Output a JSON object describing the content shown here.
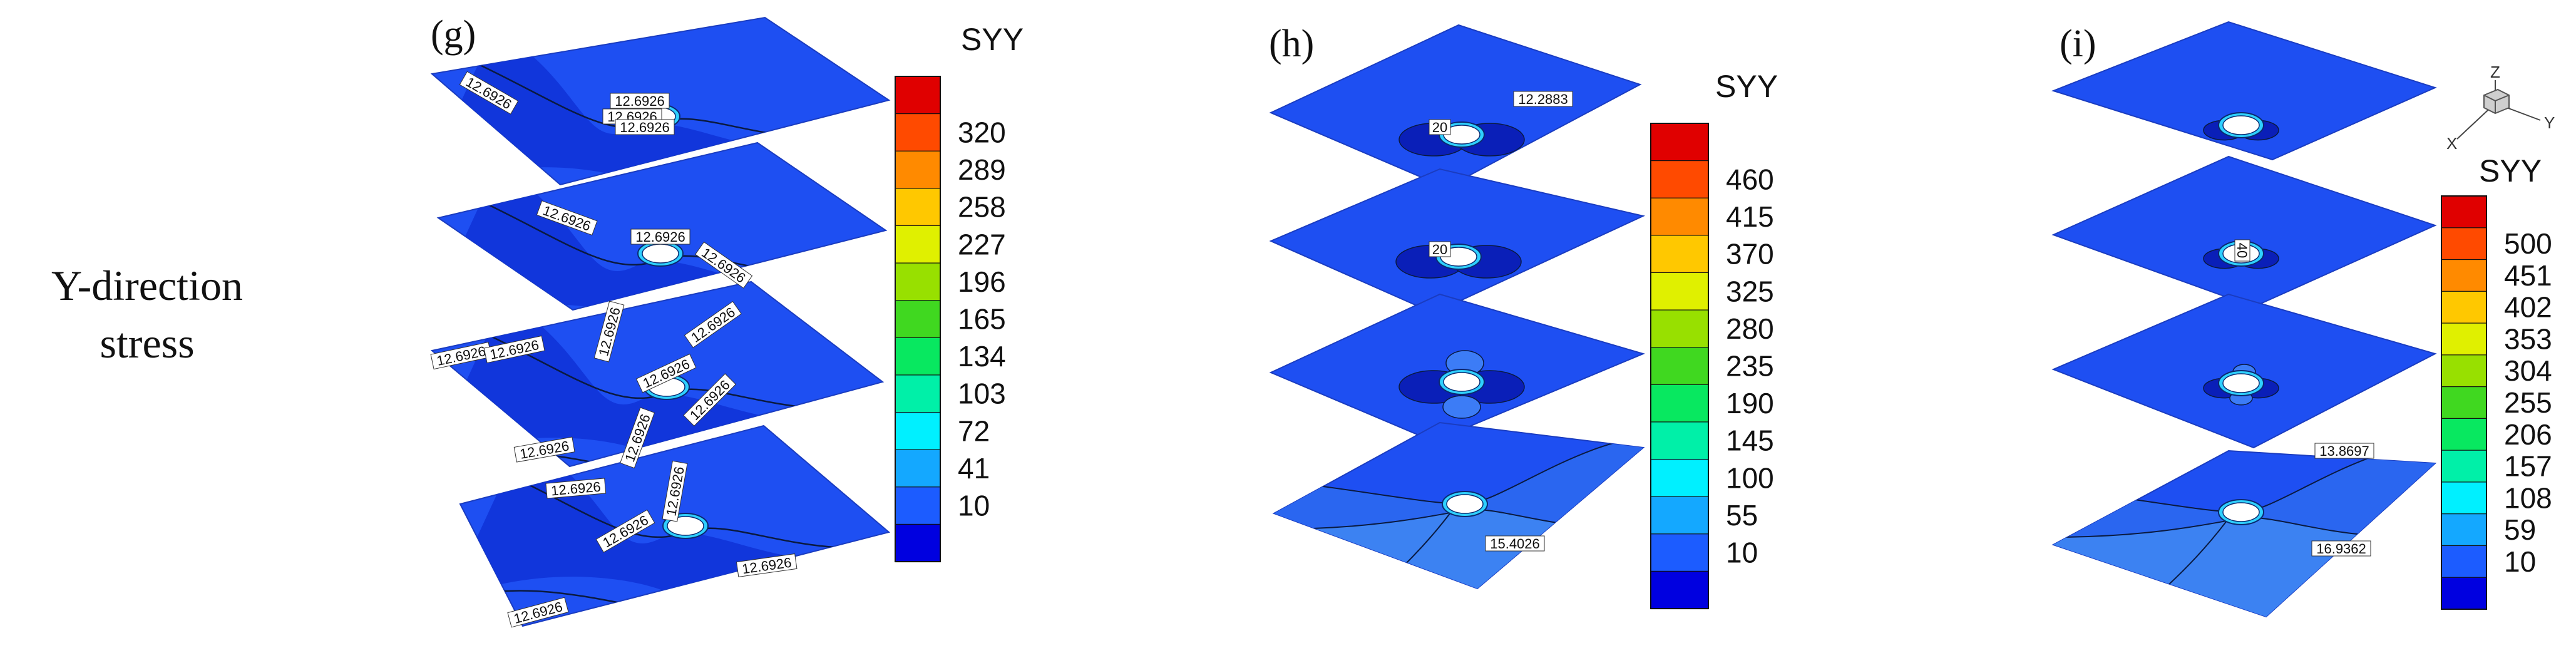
{
  "row_label": {
    "line1": "Y-direction",
    "line2": "stress"
  },
  "colormap": [
    "#0000e0",
    "#1c5cff",
    "#14a8ff",
    "#00f0ff",
    "#00f0a8",
    "#08e860",
    "#40d820",
    "#98e000",
    "#e0f000",
    "#ffc800",
    "#ff8a00",
    "#ff4a00",
    "#e00000"
  ],
  "plate_colors": {
    "base": "#1e4ff2",
    "dark_region": "#1033d8",
    "mid_region": "#2a66f0",
    "light_region": "#3c82f2",
    "contour_line": "#0a1a40"
  },
  "panels": [
    {
      "letter": "(g)",
      "colorbar_title": "SYY",
      "colorbar_ticks": [
        "320",
        "289",
        "258",
        "227",
        "196",
        "165",
        "134",
        "103",
        "72",
        "41",
        "10"
      ],
      "contour_labels": [
        "12.6926",
        "12.6926",
        "12.6926",
        "12.6926",
        "12.6926",
        "12.6926",
        "12.6926",
        "12.6926",
        "12.6926",
        "12.6926",
        "12.6926",
        "12.6926",
        "12.6926",
        "12.6926",
        "12.6926",
        "12.6926",
        "12.6926",
        "12.6926",
        "12.6926",
        "12.6926"
      ]
    },
    {
      "letter": "(h)",
      "colorbar_title": "SYY",
      "colorbar_ticks": [
        "460",
        "415",
        "370",
        "325",
        "280",
        "235",
        "190",
        "145",
        "100",
        "55",
        "10"
      ],
      "contour_labels": [
        "12.2883",
        "20",
        "20",
        "15.4026"
      ]
    },
    {
      "letter": "(i)",
      "colorbar_title": "SYY",
      "colorbar_ticks": [
        "500",
        "451",
        "402",
        "353",
        "304",
        "255",
        "206",
        "157",
        "108",
        "59",
        "10"
      ],
      "contour_labels": [
        "40",
        "13.8697",
        "16.9362"
      ],
      "axes_triad": {
        "z": "Z",
        "y": "Y",
        "x": "X"
      }
    }
  ]
}
